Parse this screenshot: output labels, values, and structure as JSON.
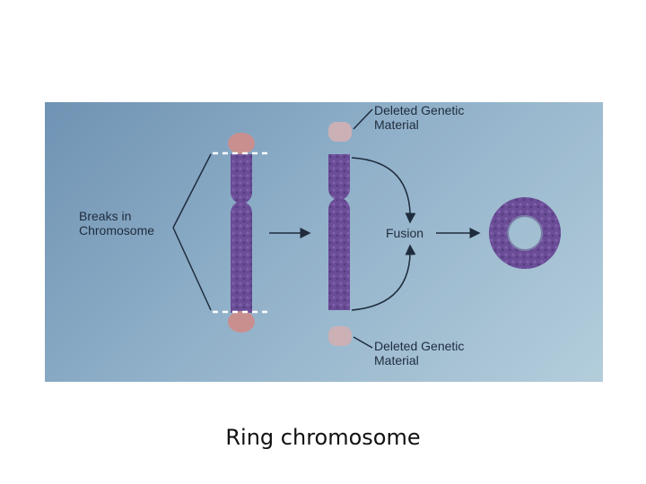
{
  "figure": {
    "label_breaks": [
      "Breaks in",
      "Chromosome"
    ],
    "label_fusion": "Fusion",
    "label_deleted_top": [
      "Deleted Genetic",
      "Material"
    ],
    "label_deleted_bottom": [
      "Deleted Genetic",
      "Material"
    ],
    "colors": {
      "chromosome": "#6a4c97",
      "chromosome_dark": "#523a7c",
      "fragment": "#c98f8f",
      "fragment_light": "#cbb0b6",
      "arrow": "#1f2c3d",
      "break_line": "#ffffff"
    }
  },
  "caption": "Ring chromosome"
}
